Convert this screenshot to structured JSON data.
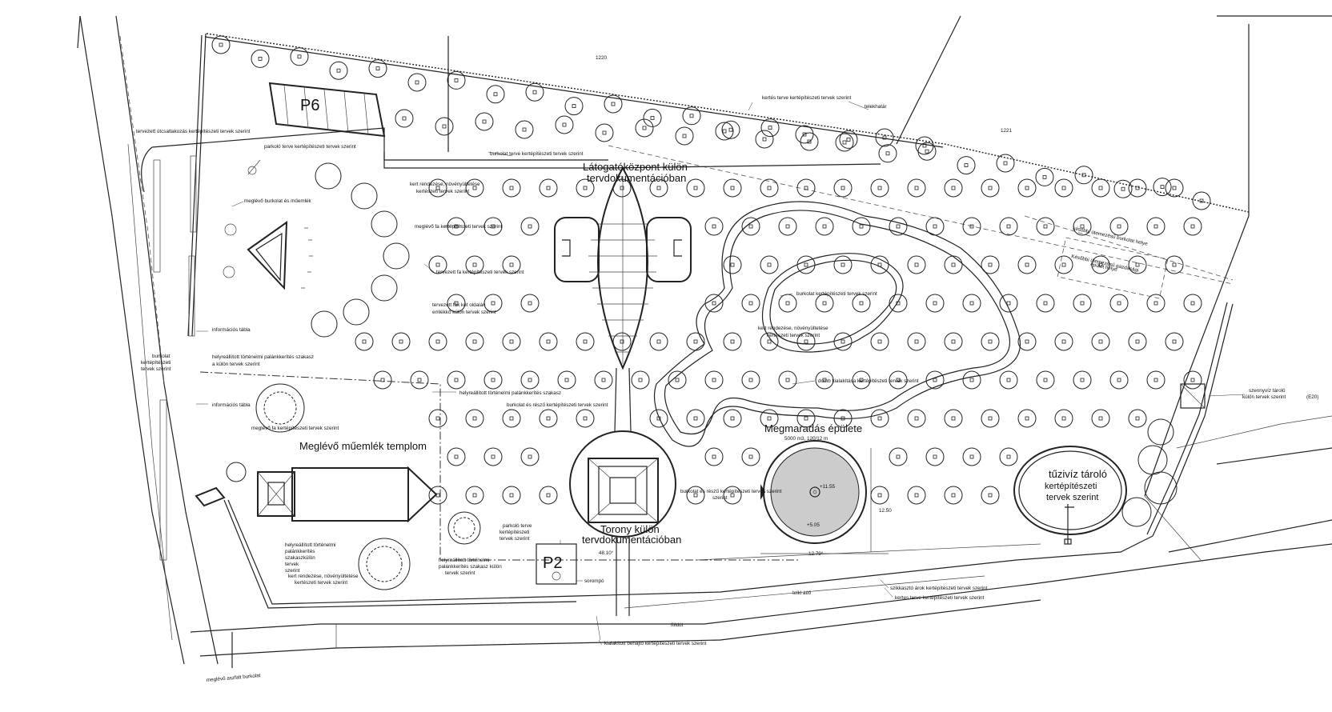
{
  "lot_numbers": {
    "north_lot": "1220",
    "east_lot": "1221"
  },
  "parking": {
    "p6": "P6",
    "p2": "P2"
  },
  "structures": {
    "visitor_center": [
      "Látogatóközpont külön",
      "tervdokumentációban"
    ],
    "tower": [
      "Torony külön",
      "tervdokumentációban"
    ],
    "church": "Meglévő műemlék templom",
    "remaining_building": "Megmaradás épülete",
    "remaining_building_sub": "5000 m3, 120/12 m",
    "water_tank": [
      "tűzivíz tároló",
      "kertépítészeti",
      "tervek szerint"
    ]
  },
  "notes": {
    "kertes_terve_top": "kertés terve kertépítészeti tervek szerint",
    "telekhatar": "telekhatár",
    "pedestrian_route": "tervezett útcsatlakozás kertépítészeti tervek szerint",
    "parkolo_terve_top": "parkoló terve kertépítészeti tervek szerint",
    "burkolat_terve": "burkolat terve kertépítészeti tervek szerint",
    "existing_paving": "meglévő burkolat és műemlék",
    "garden_planting_top": [
      "kert rendezése, növényültetése",
      "kertészeti tervek szerint"
    ],
    "existing_tree": "meglévő fa kertépítészeti tervek szerint",
    "planned_tree": "tervezett fa kertépítészeti tervek szerint",
    "trees_both_sides": [
      "tervezett fák két oldalán",
      "emlékkő külön tervek szerint"
    ],
    "info_board_1": "információs tábla",
    "paving_left": [
      "burkolat",
      "kertépítészeti",
      "tervek szerint"
    ],
    "restored_fence_top": [
      "helyreállított történelmi palánkkerítés szakasz",
      "a külön tervek szerint"
    ],
    "info_board_2": "információs tábla",
    "existing_tree_church": "meglévő fa kertépítészeti tervek szerint",
    "restored_fence_mid": "helyreállított történelmi palánkkerítés szakasz",
    "paving_and_path": "burkolat és részű kertépítészeti tervek szerint",
    "paving_right_of_tower": [
      "burkolat és részű kertépítészeti tervek szerint",
      "szerint"
    ],
    "paving_inner_loop": "burkolat kertépítészeti tervek szerint",
    "garden_planting_mid": [
      "kert rendezése, növényültetése",
      "kertészeti tervek szerint"
    ],
    "mound_forming": "domb kialakítása kertépítészeti tervek szerint",
    "later_phase_paving": "későbbi ütemezésű burkolat helye",
    "later_phase_building": [
      "Későbbi ütemezésű gazdasági",
      "épület helye"
    ],
    "sewage_container": [
      "szennyvíz tároló",
      "külön tervek szerint"
    ],
    "sewage_code": "(E20)",
    "restored_fence_bottom": [
      "helyreállított történelmi",
      "palánkkerítés",
      "szakaszkülön",
      "tervek",
      "szerint"
    ],
    "garden_planting_bottom": [
      "kert rendezése, növényültetése",
      "kertészeti tervek szerint"
    ],
    "parking_p2_note": [
      "parkoló terve",
      "kertépítészeti",
      "tervek szerint"
    ],
    "restored_fence_p2": [
      "helyreállított történelmi",
      "palánkkerítés szakasz külön",
      "tervek szerint"
    ],
    "barrier": "sorompó",
    "dim_4810": "48.10°",
    "ditch_1": "szikkasztó árok kertépítészeti tervek szerint",
    "ditch_2": "kertes terve kertépítészeti tervek szerint",
    "ditch_3": "telkl átlő",
    "dirt_road": "földút",
    "access_road": "kialakított behajtó kertépítészeti tervek szerint",
    "existing_asphalt": "meglévő aszfalt burkolat",
    "elev_1": "+11.55",
    "elev_2": "+5.05",
    "dim_1279": "12.79°",
    "dim_vertical": "12.50"
  },
  "colors": {
    "line": "#222222",
    "building_fill": "#cccccc",
    "background": "#ffffff"
  },
  "icons": [
    "tree-symbol-icon",
    "north-arrow-icon",
    "wheelchair-icon"
  ]
}
